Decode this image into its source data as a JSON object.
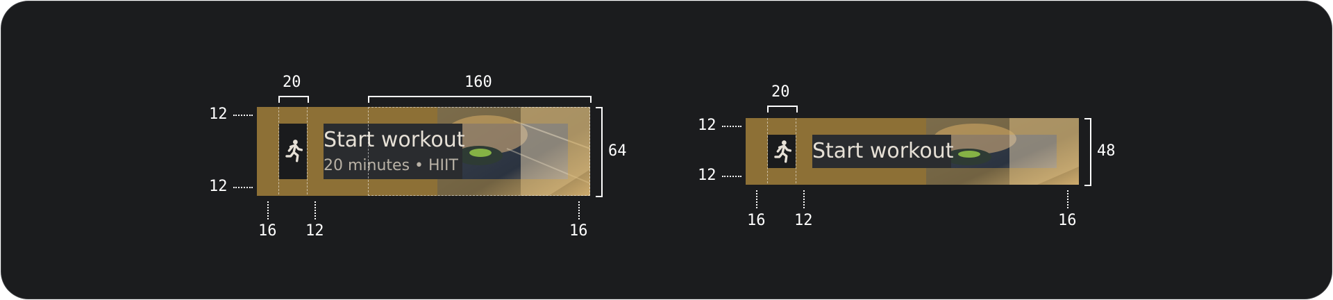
{
  "colors": {
    "panel_bg": "#1b1c1e",
    "padding_overlay": "#c79a3f",
    "text_primary": "#e6e0d6",
    "annotation": "#ffffff"
  },
  "icons": {
    "run": "person-running-icon"
  },
  "card_large": {
    "title": "Start workout",
    "subtitle": "20 minutes • HIIT",
    "dims": {
      "icon_width": "20",
      "image_width": "160",
      "pad_top": "12",
      "pad_bottom": "12",
      "height": "64",
      "pad_left": "16",
      "gap": "12",
      "pad_right": "16"
    }
  },
  "card_small": {
    "title": "Start workout",
    "dims": {
      "icon_width": "20",
      "pad_top": "12",
      "pad_bottom": "12",
      "height": "48",
      "pad_left": "16",
      "gap": "12",
      "pad_right": "16"
    }
  }
}
